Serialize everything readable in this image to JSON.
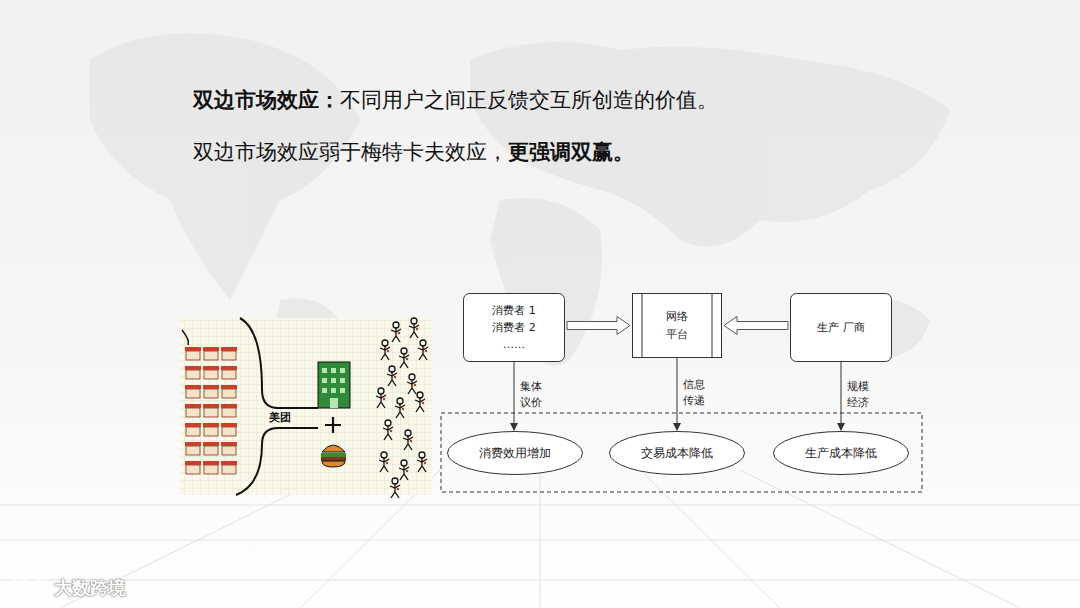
{
  "diagram": {
    "nodes": [
      {
        "text": [
          "消费者 1",
          "消费者 2",
          "……"
        ]
      },
      {
        "text": [
          "网络 平台"
        ]
      },
      {
        "text": [
          "生产 厂商"
        ]
      },
      {
        "text": [
          "消费效用增加"
        ]
      },
      {
        "text": [
          "交易成本降低"
        ]
      },
      {
        "text": [
          "生产成本降低"
        ]
      }
    ],
    "edges": [
      {
        "from": 0,
        "to": 1,
        "arrow": "to"
      },
      {
        "from": 2,
        "to": 1,
        "arrow": "to"
      },
      {
        "from": 0,
        "to": 3,
        "label": "集体 议价",
        "arrow": "to"
      },
      {
        "from": 1,
        "to": 4,
        "label": "信息 传递",
        "arrow": "to"
      },
      {
        "from": 2,
        "to": 5,
        "label": "规模 经济",
        "arrow": "to"
      }
    ],
    "labels": [
      "双边市场效应：",
      "不同用户之间正反馈交互所创造的价值。",
      "双边市场效应弱于梅特卡夫效应，",
      "更强调双赢。",
      "美团",
      "大数跨境"
    ]
  }
}
